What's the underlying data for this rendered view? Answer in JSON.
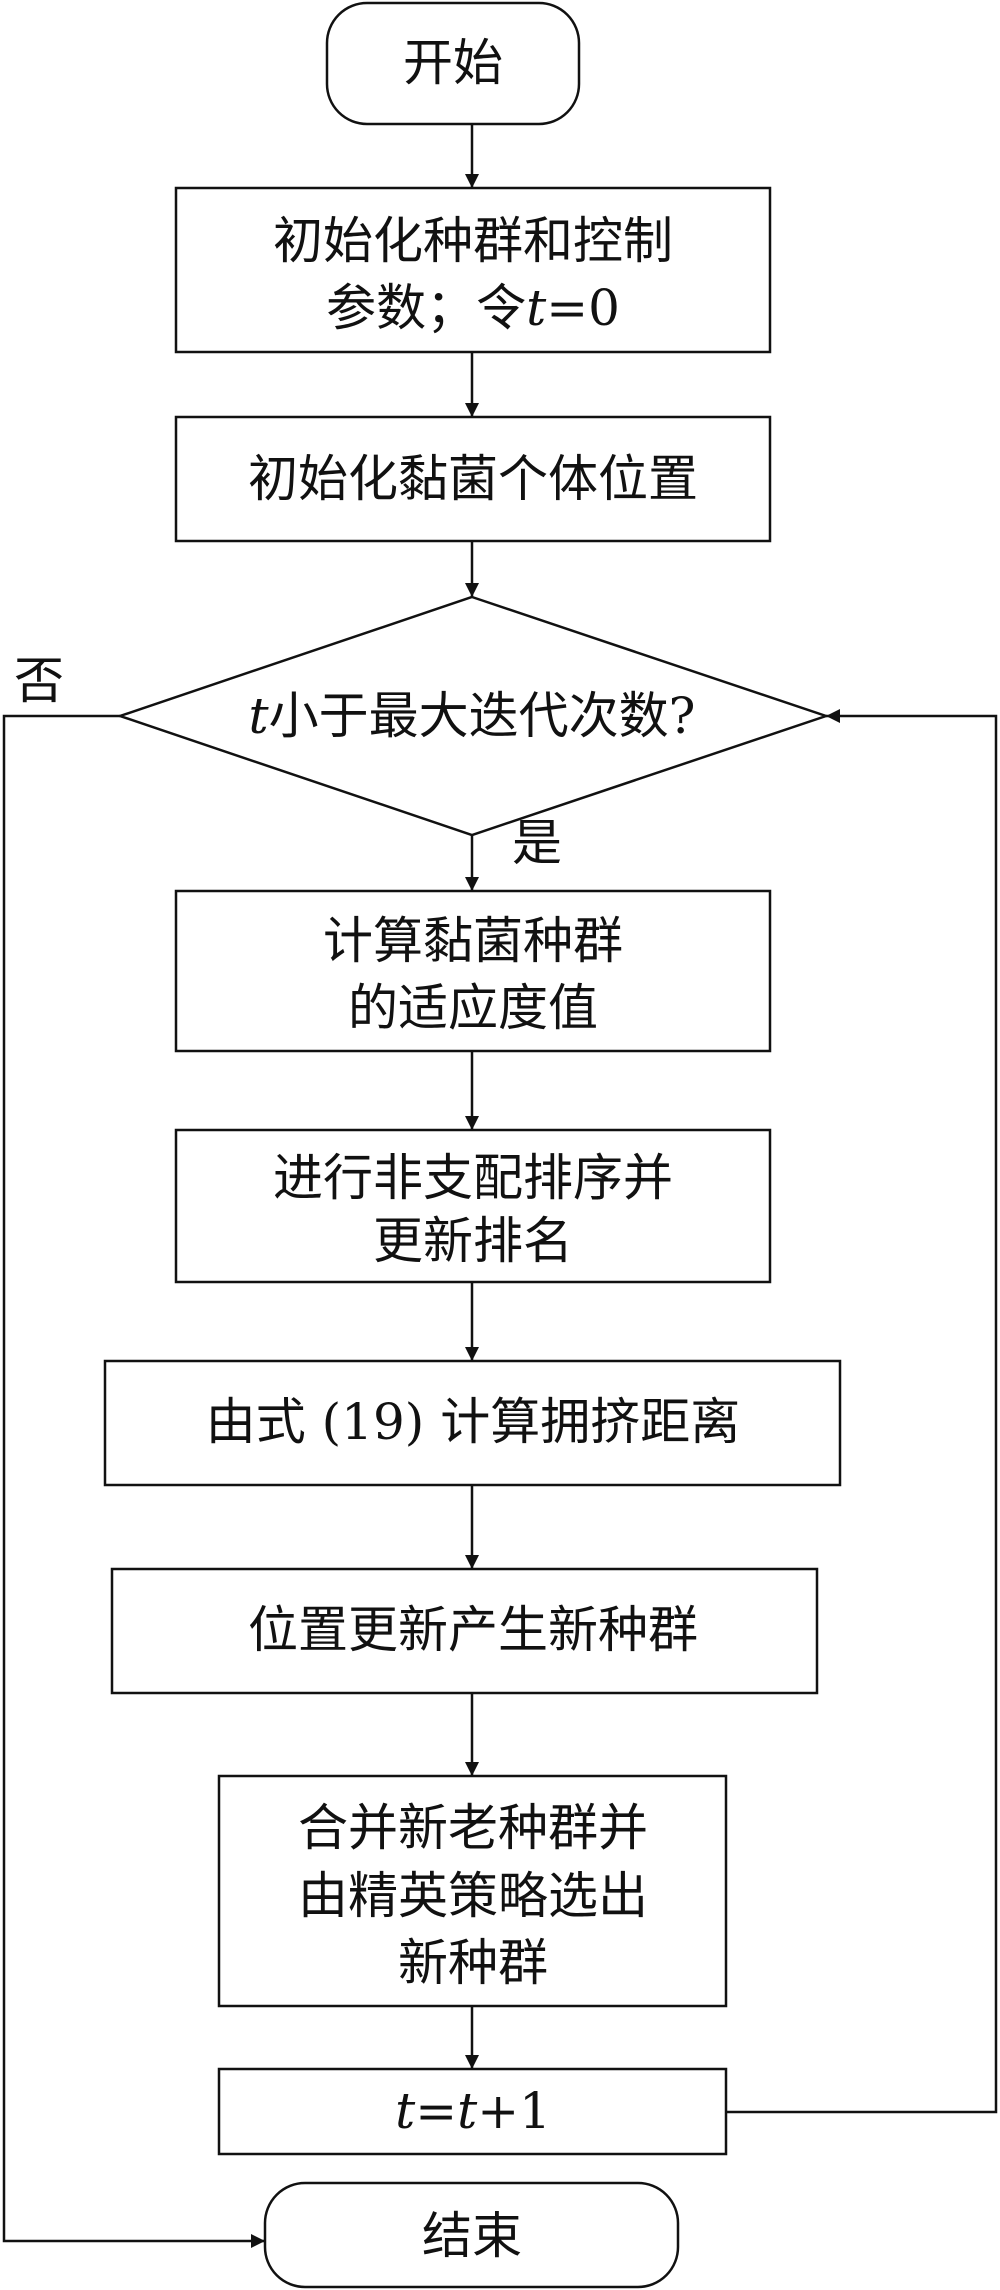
{
  "nodes": {
    "start": {
      "label": "开始"
    },
    "init_params": {
      "line1": "初始化种群和控制",
      "line2_prefix": "参数；令",
      "line2_var": "t",
      "line2_suffix": "=0"
    },
    "init_positions": {
      "label": "初始化黏菌个体位置"
    },
    "decision": {
      "var": "t",
      "label": "小于最大迭代次数?"
    },
    "compute_fitness": {
      "line1": "计算黏菌种群",
      "line2": "的适应度值"
    },
    "nondominated_sort": {
      "line1": "进行非支配排序并",
      "line2": "更新排名"
    },
    "crowding_distance": {
      "label": "由式 (19) 计算拥挤距离"
    },
    "update_positions": {
      "label": "位置更新产生新种群"
    },
    "merge_select": {
      "line1": "合并新老种群并",
      "line2": "由精英策略选出",
      "line3": "新种群"
    },
    "increment": {
      "var1": "t",
      "eq": "=",
      "var2": "t",
      "suffix": "+1"
    },
    "end": {
      "label": "结束"
    }
  },
  "edges": {
    "decision_yes": "是",
    "decision_no": "否"
  }
}
